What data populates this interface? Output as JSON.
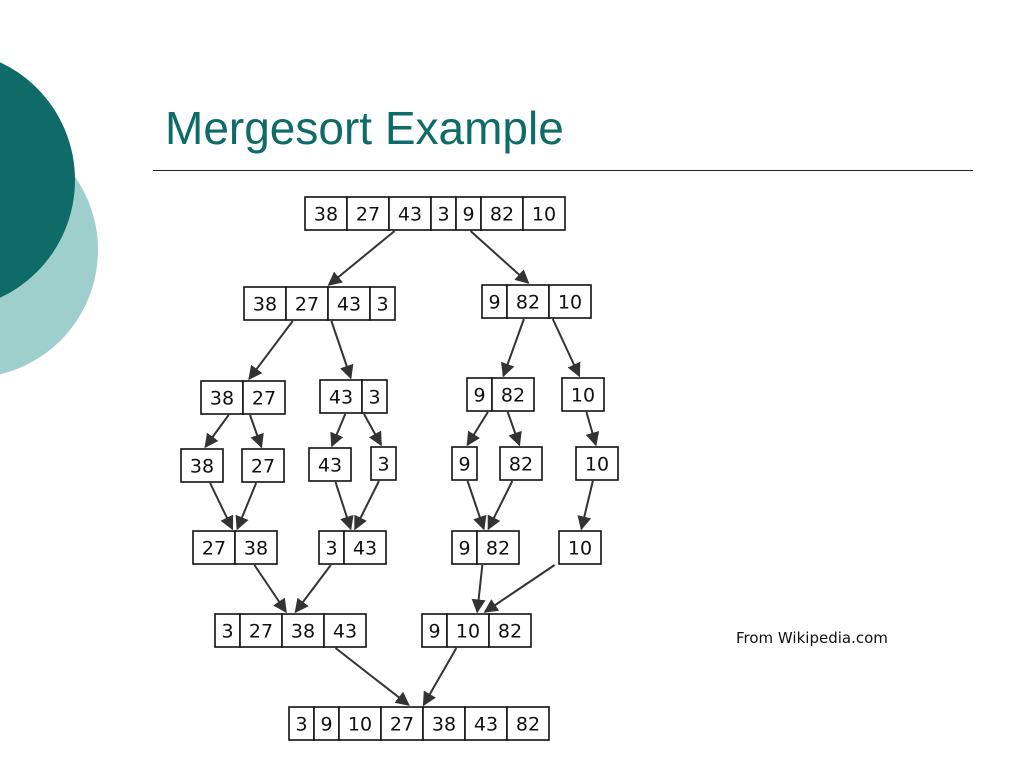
{
  "slide": {
    "title": "Mergesort Example",
    "credit": "From Wikipedia.com"
  },
  "colors": {
    "title": "#0e6b67",
    "circle_dark": "#0e6b67",
    "circle_light": "#9fcfcc"
  },
  "diagram": {
    "arrays": [
      {
        "id": "root",
        "values": [
          "38",
          "27",
          "43",
          "3",
          "9",
          "82",
          "10"
        ]
      },
      {
        "id": "L",
        "values": [
          "38",
          "27",
          "43",
          "3"
        ]
      },
      {
        "id": "R",
        "values": [
          "9",
          "82",
          "10"
        ]
      },
      {
        "id": "LL",
        "values": [
          "38",
          "27"
        ]
      },
      {
        "id": "LR",
        "values": [
          "43",
          "3"
        ]
      },
      {
        "id": "RL",
        "values": [
          "9",
          "82"
        ]
      },
      {
        "id": "RR",
        "values": [
          "10"
        ]
      },
      {
        "id": "a38",
        "values": [
          "38"
        ]
      },
      {
        "id": "a27",
        "values": [
          "27"
        ]
      },
      {
        "id": "a43",
        "values": [
          "43"
        ]
      },
      {
        "id": "a3",
        "values": [
          "3"
        ]
      },
      {
        "id": "a9",
        "values": [
          "9"
        ]
      },
      {
        "id": "a82",
        "values": [
          "82"
        ]
      },
      {
        "id": "a10",
        "values": [
          "10"
        ]
      },
      {
        "id": "m2738",
        "values": [
          "27",
          "38"
        ]
      },
      {
        "id": "m343",
        "values": [
          "3",
          "43"
        ]
      },
      {
        "id": "m982",
        "values": [
          "9",
          "82"
        ]
      },
      {
        "id": "m10",
        "values": [
          "10"
        ]
      },
      {
        "id": "mL",
        "values": [
          "3",
          "27",
          "38",
          "43"
        ]
      },
      {
        "id": "mR",
        "values": [
          "9",
          "10",
          "82"
        ]
      },
      {
        "id": "final",
        "values": [
          "3",
          "9",
          "10",
          "27",
          "38",
          "43",
          "82"
        ]
      }
    ],
    "edges": [
      [
        "root",
        "L"
      ],
      [
        "root",
        "R"
      ],
      [
        "L",
        "LL"
      ],
      [
        "L",
        "LR"
      ],
      [
        "R",
        "RL"
      ],
      [
        "R",
        "RR"
      ],
      [
        "LL",
        "a38"
      ],
      [
        "LL",
        "a27"
      ],
      [
        "LR",
        "a43"
      ],
      [
        "LR",
        "a3"
      ],
      [
        "RL",
        "a9"
      ],
      [
        "RL",
        "a82"
      ],
      [
        "RR",
        "a10"
      ],
      [
        "a38",
        "m2738"
      ],
      [
        "a27",
        "m2738"
      ],
      [
        "a43",
        "m343"
      ],
      [
        "a3",
        "m343"
      ],
      [
        "a9",
        "m982"
      ],
      [
        "a82",
        "m982"
      ],
      [
        "a10",
        "m10"
      ],
      [
        "m2738",
        "mL"
      ],
      [
        "m343",
        "mL"
      ],
      [
        "m982",
        "mR"
      ],
      [
        "m10",
        "mR"
      ],
      [
        "mL",
        "final"
      ],
      [
        "mR",
        "final"
      ]
    ]
  }
}
